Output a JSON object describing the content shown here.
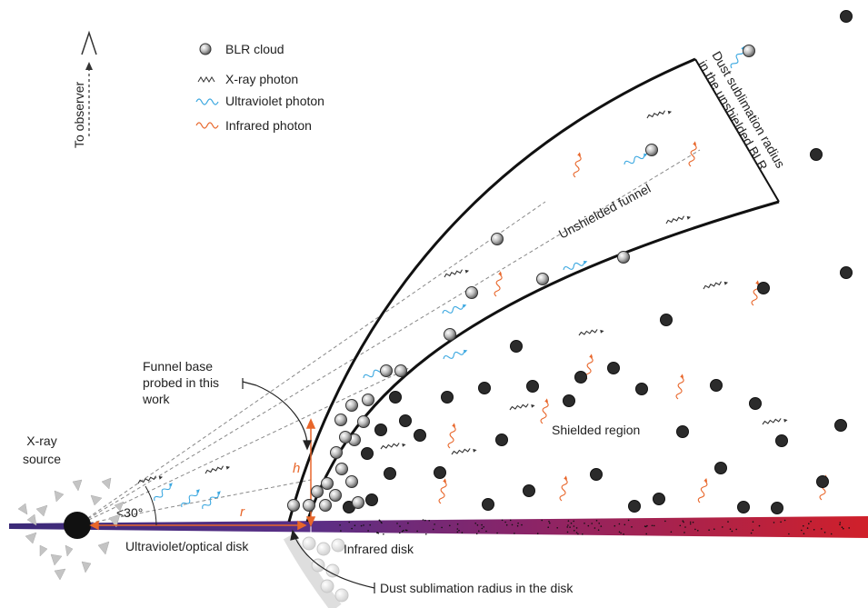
{
  "legend": {
    "blr_cloud": "BLR cloud",
    "xray_photon": "X-ray photon",
    "uv_photon": "Ultraviolet photon",
    "ir_photon": "Infrared photon"
  },
  "labels": {
    "to_observer": "To observer",
    "xray_source_line1": "X-ray",
    "xray_source_line2": "source",
    "angle": "<30°",
    "r": "r",
    "h": "h",
    "uv_disk": "Ultraviolet/optical disk",
    "ir_disk": "Infrared disk",
    "dust_disk": "Dust sublimation radius in the disk",
    "funnel_base_line1": "Funnel base",
    "funnel_base_line2": "probed in this",
    "funnel_base_line3": "work",
    "unshielded_funnel": "Unshielded funnel",
    "shielded_region": "Shielded region",
    "dust_blr_line1": "Dust sublimation radius",
    "dust_blr_line2": "in the unshielded BLR"
  },
  "colors": {
    "uv": "#3aa7e0",
    "ir": "#e8662a",
    "xray": "#333333",
    "disk_start": "#3b2a78",
    "disk_end": "#d0202a",
    "cloud_dark": "#2b2b2b"
  }
}
